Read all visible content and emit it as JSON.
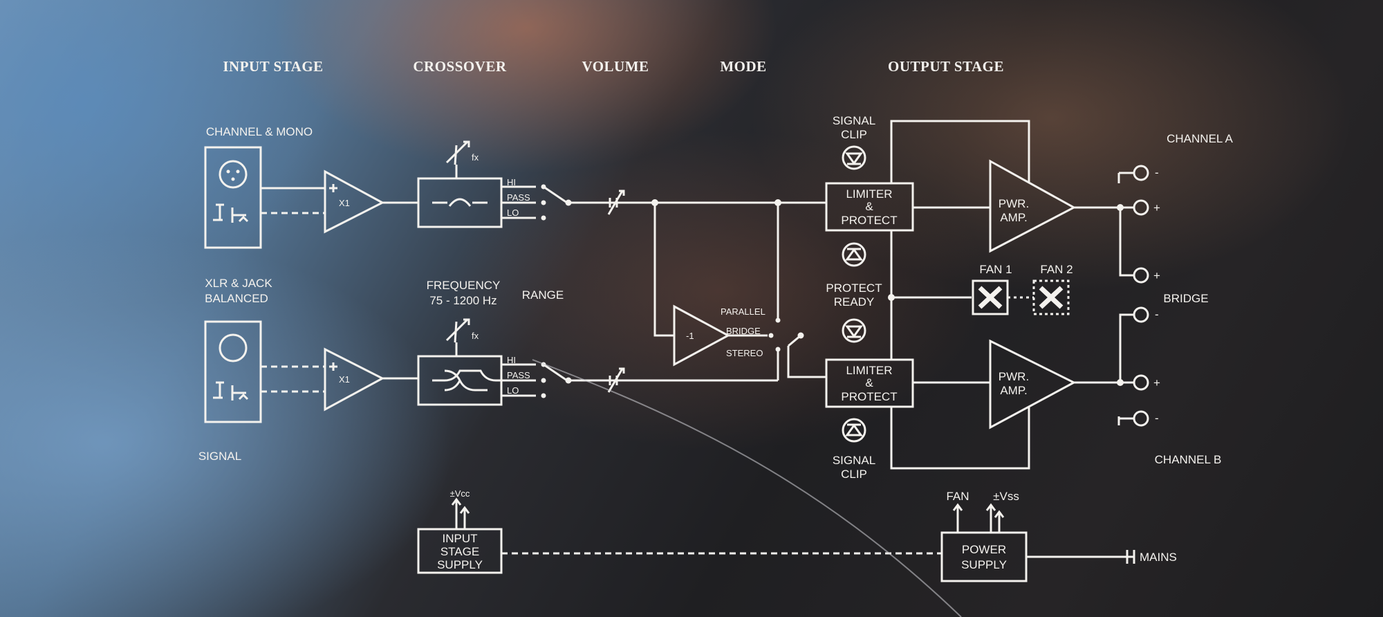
{
  "headers": {
    "input_stage": "INPUT STAGE",
    "crossover": "CROSSOVER",
    "volume": "VOLUME",
    "mode": "MODE",
    "output_stage": "OUTPUT STAGE"
  },
  "input": {
    "channel_mono": "CHANNEL & MONO",
    "xlr_jack_1": "XLR & JACK",
    "xlr_jack_2": "BALANCED",
    "signal": "SIGNAL",
    "buffer_gain": "X1"
  },
  "crossover": {
    "frequency": "FREQUENCY",
    "freq_range": "75 - 1200 Hz",
    "range": "RANGE",
    "fx": "fx",
    "hi": "HI",
    "pass": "PASS",
    "lo": "LO"
  },
  "mode": {
    "inverter": "-1",
    "parallel": "PARALLEL",
    "bridge": "BRIDGE",
    "stereo": "STEREO"
  },
  "output": {
    "signal": "SIGNAL",
    "clip": "CLIP",
    "limiter_1": "LIMITER",
    "limiter_2": "&",
    "limiter_3": "PROTECT",
    "protect": "PROTECT",
    "ready": "READY",
    "pwr": "PWR.",
    "amp": "AMP.",
    "fan1": "FAN 1",
    "fan2": "FAN 2",
    "channel_a": "CHANNEL A",
    "bridge": "BRIDGE",
    "channel_b": "CHANNEL B",
    "minus": "-",
    "plus": "+"
  },
  "supply": {
    "vcc": "±Vcc",
    "input_supply_1": "INPUT",
    "input_supply_2": "STAGE",
    "input_supply_3": "SUPPLY",
    "fan": "FAN",
    "vss": "±Vss",
    "power_1": "POWER",
    "power_2": "SUPPLY",
    "mains": "MAINS"
  },
  "colors": {
    "ink": "#f4f2ee"
  }
}
